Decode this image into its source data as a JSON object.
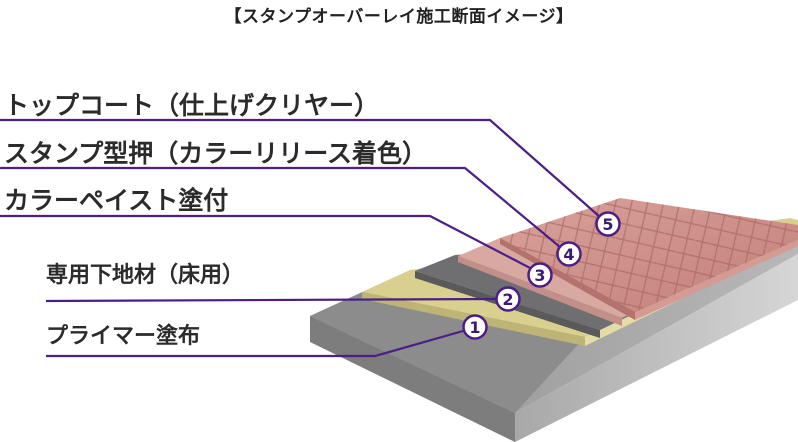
{
  "title": "【スタンプオーバーレイ施工断面イメージ】",
  "layers": [
    {
      "number": "1",
      "label": "プライマー塗布"
    },
    {
      "number": "2",
      "label": "専用下地材（床用）"
    },
    {
      "number": "3",
      "label": "カラーペイスト塗付"
    },
    {
      "number": "4",
      "label": "スタンプ型押（カラーリリース着色）"
    },
    {
      "number": "5",
      "label": "トップコート（仕上げクリヤー）"
    }
  ],
  "colors": {
    "leader_line": "#4b1f86",
    "marker_fill": "#ffffff",
    "marker_text": "#3a1a73",
    "concrete": "#9a9a9a",
    "base_material": "#d9cf8f",
    "color_paste": "#6f6f72",
    "stamp_color": "#d8a9a0",
    "top_coat": "#c98b84"
  }
}
